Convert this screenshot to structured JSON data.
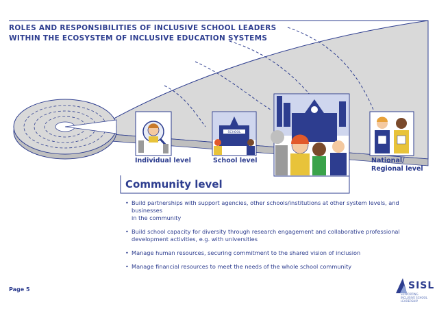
{
  "title": {
    "line1": "ROLES AND RESPONSIBILITIES OF INCLUSIVE SCHOOL LEADERS",
    "line2": "WITHIN THE ECOSYSTEM OF INCLUSIVE EDUCATION SYSTEMS"
  },
  "levels": {
    "individual": "Individual level",
    "school": "School level",
    "national_line1": "National/",
    "national_line2": "Regional level",
    "school_sign": "SCHOOL"
  },
  "community": {
    "title": "Community level",
    "bullets": [
      {
        "line1": "Build partnerships with support agencies, other schools/institutions at other system levels, and businesses",
        "line2": "in the community"
      },
      {
        "line1": "Build school capacity for diversity through research engagement and collaborative professional",
        "line2": "development activities, e.g. with universities"
      },
      {
        "line1": "Manage human resources, securing commitment to the shared vision of inclusion",
        "line2": ""
      },
      {
        "line1": "Manage financial resources to meet the needs of the whole school community",
        "line2": ""
      }
    ]
  },
  "footer": {
    "page": "Page 5",
    "logo": "SISL",
    "tagline": "SUPPORTING INCLUSIVE SCHOOL LEADERSHIP"
  },
  "colors": {
    "navy": "#2d3d8f",
    "band": "#d9d9d9",
    "band_dark": "#bfbfbf",
    "outline": "#2d3d8f",
    "sky": "#cfd6ee"
  }
}
